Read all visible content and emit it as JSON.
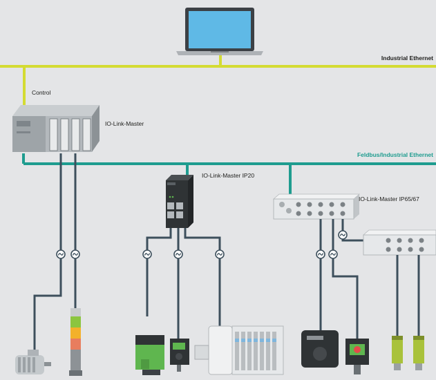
{
  "labels": {
    "industrial_ethernet": "Industrial Ethernet",
    "control": "Control",
    "io_link_master": "IO-Link-Master",
    "feldbus": "Feldbus/Industrial Ethernet",
    "io_link_master_ip20": "IO-Link-Master IP20",
    "io_link_master_ip6567": "IO-Link-Master IP65/67"
  },
  "colors": {
    "background": "#e4e5e7",
    "industrial_ethernet_line": "#d4db33",
    "fieldbus_line": "#1e9c8f",
    "io_link_cable": "#3d4f5c",
    "device_dark": "#2f3335",
    "sensor_green": "#5fb64f"
  },
  "icons": [
    "laptop-icon",
    "plc-icon",
    "coupler-icon",
    "motor-icon",
    "signal-tower-icon",
    "sensor-icon",
    "valve-terminal-icon"
  ]
}
